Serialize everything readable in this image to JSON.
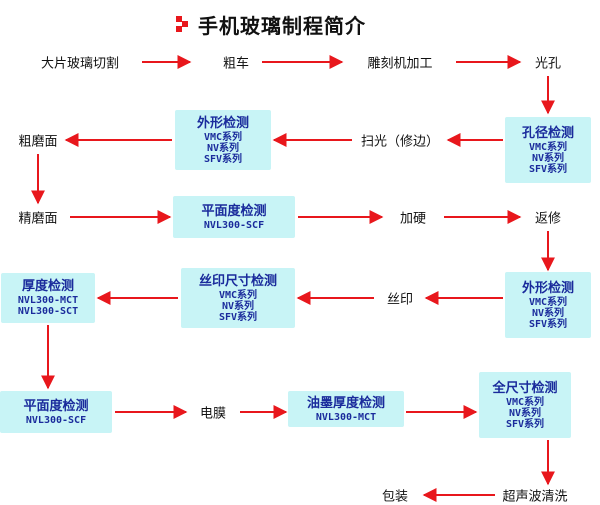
{
  "title": "手机玻璃制程简介",
  "colors": {
    "arrow": "#e8171c",
    "box_fill": "#c8f4f6",
    "box_text": "#1a2b9c",
    "title_mark": "#e8171c"
  },
  "nodes": [
    {
      "id": "n1",
      "label": "大片玻璃切割"
    },
    {
      "id": "n2",
      "label": "粗车"
    },
    {
      "id": "n3",
      "label": "雕刻机加工"
    },
    {
      "id": "n4",
      "label": "光孔"
    },
    {
      "id": "n5",
      "label": "孔径检测",
      "sub": [
        "VMC系列",
        "NV系列",
        "SFV系列"
      ]
    },
    {
      "id": "n6",
      "label": "扫光（修边）"
    },
    {
      "id": "n7",
      "label": "外形检测",
      "sub": [
        "VMC系列",
        "NV系列",
        "SFV系列"
      ]
    },
    {
      "id": "n8",
      "label": "粗磨面"
    },
    {
      "id": "n9",
      "label": "精磨面"
    },
    {
      "id": "n10",
      "label": "平面度检测",
      "sub": [
        "NVL300-SCF"
      ]
    },
    {
      "id": "n11",
      "label": "加硬"
    },
    {
      "id": "n12",
      "label": "返修"
    },
    {
      "id": "n13",
      "label": "外形检测",
      "sub": [
        "VMC系列",
        "NV系列",
        "SFV系列"
      ]
    },
    {
      "id": "n14",
      "label": "丝印"
    },
    {
      "id": "n15",
      "label": "丝印尺寸检测",
      "sub": [
        "VMC系列",
        "NV系列",
        "SFV系列"
      ]
    },
    {
      "id": "n16",
      "label": "厚度检测",
      "sub": [
        "NVL300-MCT",
        "NVL300-SCT"
      ]
    },
    {
      "id": "n17",
      "label": "平面度检测",
      "sub": [
        "NVL300-SCF"
      ]
    },
    {
      "id": "n18",
      "label": "电膜"
    },
    {
      "id": "n19",
      "label": "油墨厚度检测",
      "sub": [
        "NVL300-MCT"
      ]
    },
    {
      "id": "n20",
      "label": "全尺寸检测",
      "sub": [
        "VMC系列",
        "NV系列",
        "SFV系列"
      ]
    },
    {
      "id": "n21",
      "label": "超声波清洗"
    },
    {
      "id": "n22",
      "label": "包装"
    }
  ],
  "edges": [
    [
      "n1",
      "n2"
    ],
    [
      "n2",
      "n3"
    ],
    [
      "n3",
      "n4"
    ],
    [
      "n4",
      "n5"
    ],
    [
      "n5",
      "n6"
    ],
    [
      "n6",
      "n7"
    ],
    [
      "n7",
      "n8"
    ],
    [
      "n8",
      "n9"
    ],
    [
      "n9",
      "n10"
    ],
    [
      "n10",
      "n11"
    ],
    [
      "n11",
      "n12"
    ],
    [
      "n12",
      "n13"
    ],
    [
      "n13",
      "n14"
    ],
    [
      "n14",
      "n15"
    ],
    [
      "n15",
      "n16"
    ],
    [
      "n16",
      "n17"
    ],
    [
      "n17",
      "n18"
    ],
    [
      "n18",
      "n19"
    ],
    [
      "n19",
      "n20"
    ],
    [
      "n20",
      "n21"
    ],
    [
      "n21",
      "n22"
    ]
  ]
}
